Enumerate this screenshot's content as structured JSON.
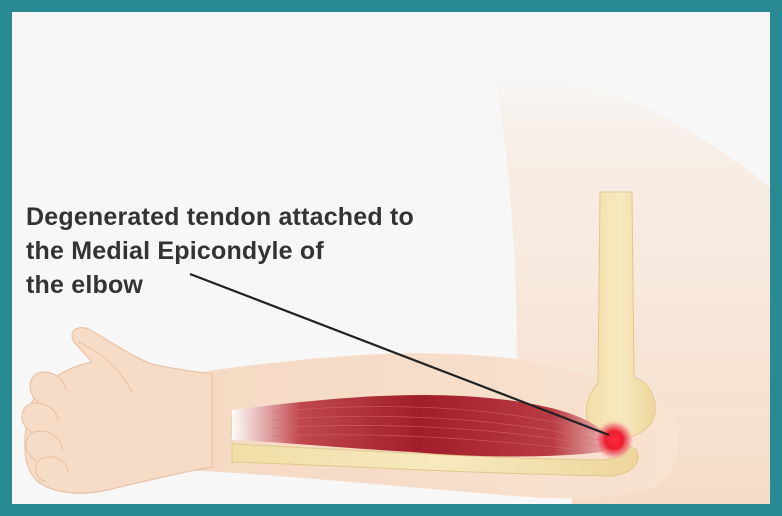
{
  "label": {
    "lines": [
      "Degenerated tendon attached to",
      "the Medial Epicondyle of",
      "the elbow"
    ]
  },
  "colors": {
    "frame": "#2a8a93",
    "background": "#f7f7f7",
    "skin": "#f6dcc6",
    "bone": "#f3e2b0",
    "muscle": "#a8222c",
    "inflammation": "#e8102a",
    "text": "#333333"
  }
}
